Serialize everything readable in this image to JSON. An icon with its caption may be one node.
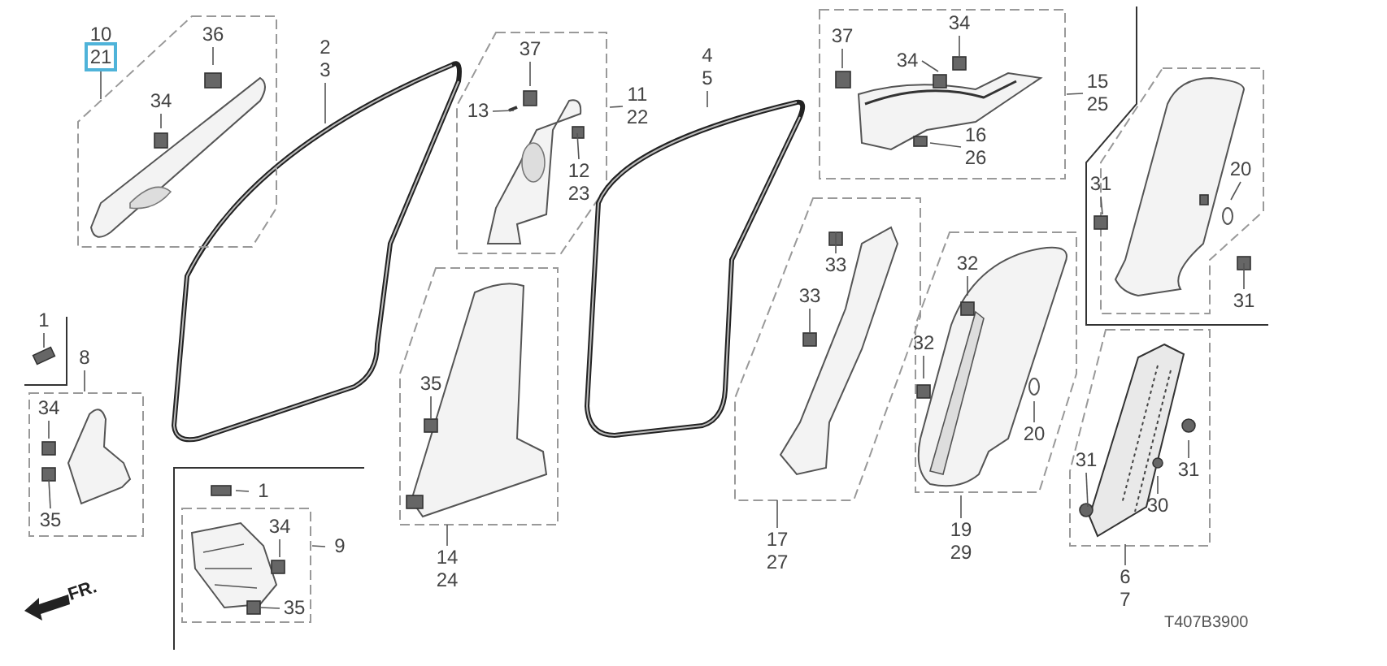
{
  "diagram": {
    "nodes": [
      {
        "text": [
          "10",
          "21"
        ]
      },
      {
        "text": [
          "36"
        ]
      },
      {
        "text": [
          "34"
        ]
      },
      {
        "text": [
          "2",
          "3"
        ]
      },
      {
        "text": [
          "37"
        ]
      },
      {
        "text": [
          "13"
        ]
      },
      {
        "text": [
          "11",
          "22"
        ]
      },
      {
        "text": [
          "12",
          "23"
        ]
      },
      {
        "text": [
          "4",
          "5"
        ]
      },
      {
        "text": [
          "37"
        ]
      },
      {
        "text": [
          "34"
        ]
      },
      {
        "text": [
          "34"
        ]
      },
      {
        "text": [
          "16",
          "26"
        ]
      },
      {
        "text": [
          "15",
          "25"
        ]
      },
      {
        "text": [
          "31"
        ]
      },
      {
        "text": [
          "20"
        ]
      },
      {
        "text": [
          "31"
        ]
      },
      {
        "text": [
          "1"
        ]
      },
      {
        "text": [
          "8"
        ]
      },
      {
        "text": [
          "34"
        ]
      },
      {
        "text": [
          "35"
        ]
      },
      {
        "text": [
          "1"
        ]
      },
      {
        "text": [
          "34"
        ]
      },
      {
        "text": [
          "9"
        ]
      },
      {
        "text": [
          "35"
        ]
      },
      {
        "text": [
          "35"
        ]
      },
      {
        "text": [
          "14",
          "24"
        ]
      },
      {
        "text": [
          "33"
        ]
      },
      {
        "text": [
          "33"
        ]
      },
      {
        "text": [
          "17",
          "27"
        ]
      },
      {
        "text": [
          "32"
        ]
      },
      {
        "text": [
          "32"
        ]
      },
      {
        "text": [
          "20"
        ]
      },
      {
        "text": [
          "19",
          "29"
        ]
      },
      {
        "text": [
          "31"
        ]
      },
      {
        "text": [
          "31"
        ]
      },
      {
        "text": [
          "30"
        ]
      },
      {
        "text": [
          "6",
          "7"
        ]
      },
      {
        "text": [],
        "shape": "circle"
      }
    ],
    "edges": [
      {
        "from": 0,
        "to": null,
        "arrow": "none"
      },
      {
        "from": 1,
        "to": null,
        "arrow": "none"
      },
      {
        "from": 2,
        "to": null,
        "arrow": "none"
      },
      {
        "from": 3,
        "to": null,
        "arrow": "none"
      },
      {
        "from": 4,
        "to": null,
        "arrow": "none"
      },
      {
        "from": 5,
        "to": null,
        "arrow": "none"
      },
      {
        "from": 6,
        "to": null,
        "arrow": "none"
      },
      {
        "from": 7,
        "to": null,
        "arrow": "none"
      },
      {
        "from": 8,
        "to": null,
        "arrow": "none"
      },
      {
        "from": 9,
        "to": null,
        "arrow": "none"
      },
      {
        "from": 10,
        "to": null,
        "arrow": "none"
      },
      {
        "from": 11,
        "to": null,
        "arrow": "none"
      },
      {
        "from": 12,
        "to": null,
        "arrow": "none"
      },
      {
        "from": 13,
        "to": null,
        "arrow": "none"
      },
      {
        "from": 14,
        "to": null,
        "arrow": "none"
      },
      {
        "from": 15,
        "to": null,
        "arrow": "none"
      },
      {
        "from": 16,
        "to": null,
        "arrow": "none"
      },
      {
        "from": 17,
        "to": null,
        "arrow": "none"
      },
      {
        "from": 18,
        "to": null,
        "arrow": "none"
      },
      {
        "from": 19,
        "to": null,
        "arrow": "none"
      },
      {
        "from": 20,
        "to": null,
        "arrow": "none"
      },
      {
        "from": 21,
        "to": null,
        "arrow": "none"
      },
      {
        "from": 22,
        "to": null,
        "arrow": "none"
      },
      {
        "from": 23,
        "to": null,
        "arrow": "none"
      },
      {
        "from": 24,
        "to": null,
        "arrow": "none"
      },
      {
        "from": 25,
        "to": null,
        "arrow": "none"
      },
      {
        "from": 26,
        "to": null,
        "arrow": "none"
      },
      {
        "from": 27,
        "to": null,
        "arrow": "none"
      },
      {
        "from": 28,
        "to": null,
        "arrow": "none"
      },
      {
        "from": 29,
        "to": null,
        "arrow": "none"
      },
      {
        "from": 30,
        "to": null,
        "arrow": "none"
      },
      {
        "from": 31,
        "to": null,
        "arrow": "none"
      },
      {
        "from": 32,
        "to": null,
        "arrow": "none"
      },
      {
        "from": 33,
        "to": null,
        "arrow": "none"
      },
      {
        "from": 34,
        "to": null,
        "arrow": "none"
      },
      {
        "from": 35,
        "to": null,
        "arrow": "none"
      },
      {
        "from": 36,
        "to": 38,
        "arrow": "none"
      },
      {
        "from": 37,
        "to": null,
        "arrow": "none"
      }
    ],
    "labels": [
      "FR.",
      "T407B3900"
    ]
  }
}
